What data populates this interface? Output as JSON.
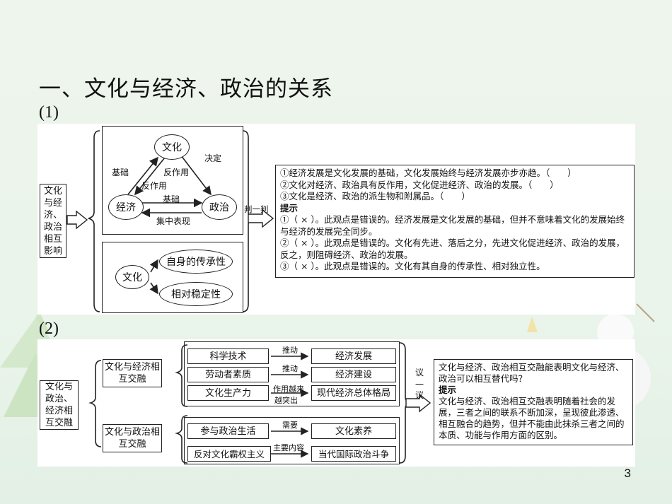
{
  "slide": {
    "title": "一、文化与经济、政治的关系",
    "page_number": "3"
  },
  "part1": {
    "label": "(1)",
    "left_box": "文化与经济、政治相互影响",
    "nodes": {
      "culture": "文化",
      "economy": "经济",
      "politics": "政治"
    },
    "edges": {
      "basis": "基础",
      "reaction_top": "反作用",
      "reaction_left": "反作用",
      "decides": "决定",
      "basis_bottom": "基础",
      "concentrated": "集中表现"
    },
    "lower": {
      "culture": "文化",
      "trait1": "自身的传承性",
      "trait2": "相对稳定性"
    },
    "arrow_label": "判一判",
    "judge_lines": [
      "①经济发展是文化发展的基础，文化发展始终与经济发展亦步亦趋。（　　）",
      "②文化对经济、政治具有反作用，文化促进经济、政治的发展。（　　）",
      "③文化是经济、政治的派生物和附属品。（　　）"
    ],
    "hint_label": "提示",
    "hint_lines": [
      "①（ × ）。此观点是错误的。经济发展是文化发展的基础，但并不意味着文化的发展始终与经济的发展完全同步。",
      "②（ × ）。此观点是错误的。文化有先进、落后之分，先进文化促进经济、政治的发展，反之，则阻碍经济、政治的发展。",
      "③（ × ）。此观点是错误的。文化有其自身的传承性、相对独立性。"
    ]
  },
  "part2": {
    "label": "(2)",
    "left_box": "文化与政治、经济相互交融",
    "mid1": "文化与经济相互交融",
    "mid2": "文化与政治相互交融",
    "rows1": [
      {
        "left": "科学技术",
        "arrow": "推动",
        "right": "经济发展"
      },
      {
        "left": "劳动者素质",
        "arrow": "推动",
        "right": "经济建设"
      },
      {
        "left": "文化生产力",
        "arrow": "作用越来越突出",
        "right": "现代经济总体格局"
      }
    ],
    "arrow3_line1": "作用越来",
    "arrow3_line2": "越突出",
    "rows2": [
      {
        "left": "参与政治生活",
        "arrow": "需要",
        "right": "文化素养"
      },
      {
        "left": "反对文化霸权主义",
        "arrow": "主要内容",
        "right": "当代国际政治斗争"
      }
    ],
    "discuss_label_1": "议",
    "discuss_label_2": "一",
    "discuss_label_3": "议",
    "question": "文化与经济、政治相互交融能表明文化与经济、政治可以相互替代吗？",
    "hint_label": "提示",
    "answer": "文化与经济、政治相互交融表明随着社会的发展，三者之间的联系不断加深，呈现彼此渗透、相互融合的趋势，但并不能由此抹杀三者之间的本质、功能与作用方面的区别。"
  }
}
